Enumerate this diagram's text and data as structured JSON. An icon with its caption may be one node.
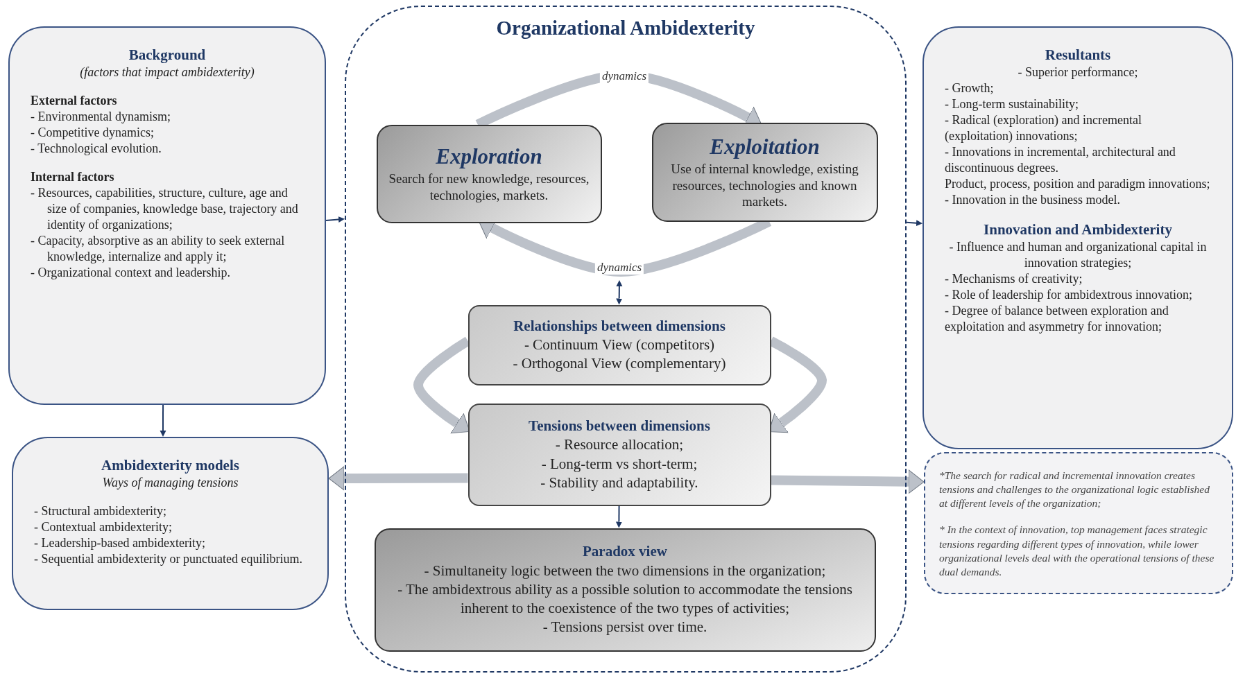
{
  "diagram": {
    "nodes": [
      {
        "text": [
          "Organizational Ambidexterity"
        ]
      },
      {
        "text": [
          "Background",
          "(factors that impact ambidexterity)",
          "External factors",
          "- Environmental dynamism;",
          "- Competitive dynamics;",
          "- Technological evolution.",
          "Internal factors",
          "- Resources, capabilities, structure, culture, age and size of companies, knowledge base, trajectory and identity of organizations;",
          "- Capacity, absorptive as an ability to seek external knowledge, internalize and apply it;",
          "- Organizational context and leadership."
        ]
      },
      {
        "text": [
          "Ambidexterity models",
          "Ways of managing tensions",
          "- Structural ambidexterity;",
          "- Contextual ambidexterity;",
          "- Leadership-based ambidexterity;",
          "- Sequential ambidexterity or punctuated equilibrium."
        ]
      },
      {
        "text": [
          "Exploration",
          "Search for new knowledge, resources, technologies, markets."
        ],
        "in": 0
      },
      {
        "text": [
          "Exploitation",
          "Use of internal knowledge, existing resources, technologies and known markets."
        ],
        "in": 0
      },
      {
        "text": [
          "Relationships between dimensions",
          "- Continuum View (competitors)",
          "- Orthogonal View (complementary)"
        ],
        "in": 0
      },
      {
        "text": [
          "Tensions between dimensions",
          "- Resource allocation;",
          "- Long-term vs short-term;",
          "- Stability and adaptability."
        ],
        "in": 0
      },
      {
        "text": [
          "Paradox view",
          "- Simultaneity logic between the two dimensions in the organization;",
          "- The ambidextrous ability as a possible solution to accommodate the tensions inherent to the coexistence of the two types of activities;",
          "- Tensions persist over time."
        ],
        "in": 0
      },
      {
        "text": [
          "Resultants",
          "- Superior performance;",
          "- Growth;",
          "- Long-term sustainability;",
          "- Radical (exploration) and incremental (exploitation) innovations;",
          "- Innovations in incremental, architectural and discontinuous degrees.",
          "Product, process, position and paradigm innovations;",
          "- Innovation in the business model.",
          "Innovation and Ambidexterity",
          "- Influence and human and organizational capital in innovation strategies;",
          "- Mechanisms of creativity;",
          "- Role of leadership for ambidextrous innovation;",
          "- Degree of balance between exploration and exploitation and asymmetry for innovation;"
        ]
      },
      {
        "text": [
          "*The search for radical and incremental innovation creates tensions and challenges to the organizational logic established at different levels of the organization;",
          "* In the context of innovation, top management faces strategic tensions regarding different types of innovation, while lower organizational levels deal with the operational tensions of these dual demands."
        ]
      }
    ],
    "edges": [
      {
        "from": 1,
        "to": 0,
        "arrow": "to",
        "color": "#1f3864"
      },
      {
        "from": 0,
        "to": 8,
        "arrow": "to",
        "color": "#1f3864"
      },
      {
        "from": 1,
        "to": 2,
        "arrow": "to",
        "color": "#1f3864"
      },
      {
        "from": 3,
        "to": 4,
        "arrow": "to",
        "label": "dynamics"
      },
      {
        "from": 4,
        "to": 3,
        "arrow": "to",
        "label": "dynamics"
      },
      {
        "from": null,
        "to": 5,
        "arrow": "both",
        "color": "#1f3864"
      },
      {
        "from": 5,
        "to": 6,
        "arrow": "to"
      },
      {
        "from": 5,
        "to": 6,
        "arrow": "to"
      },
      {
        "from": 6,
        "to": 2,
        "arrow": "to"
      },
      {
        "from": 6,
        "to": 9,
        "arrow": "to"
      },
      {
        "from": 6,
        "to": 7,
        "arrow": "to",
        "color": "#1f3864"
      }
    ]
  }
}
